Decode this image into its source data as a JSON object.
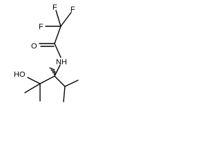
{
  "molecule": {
    "atoms": {
      "f_top_left": "F",
      "f_top_right": "F",
      "f_left": "F",
      "carbonyl_oxygen": "O",
      "amide_nitrogen": "NH",
      "hydroxyl": "HO"
    },
    "stereocenter": {
      "bond_style": "hashed-wedge"
    },
    "colors": {
      "bond": "#000000",
      "label": "#000000",
      "background": "#ffffff"
    }
  }
}
